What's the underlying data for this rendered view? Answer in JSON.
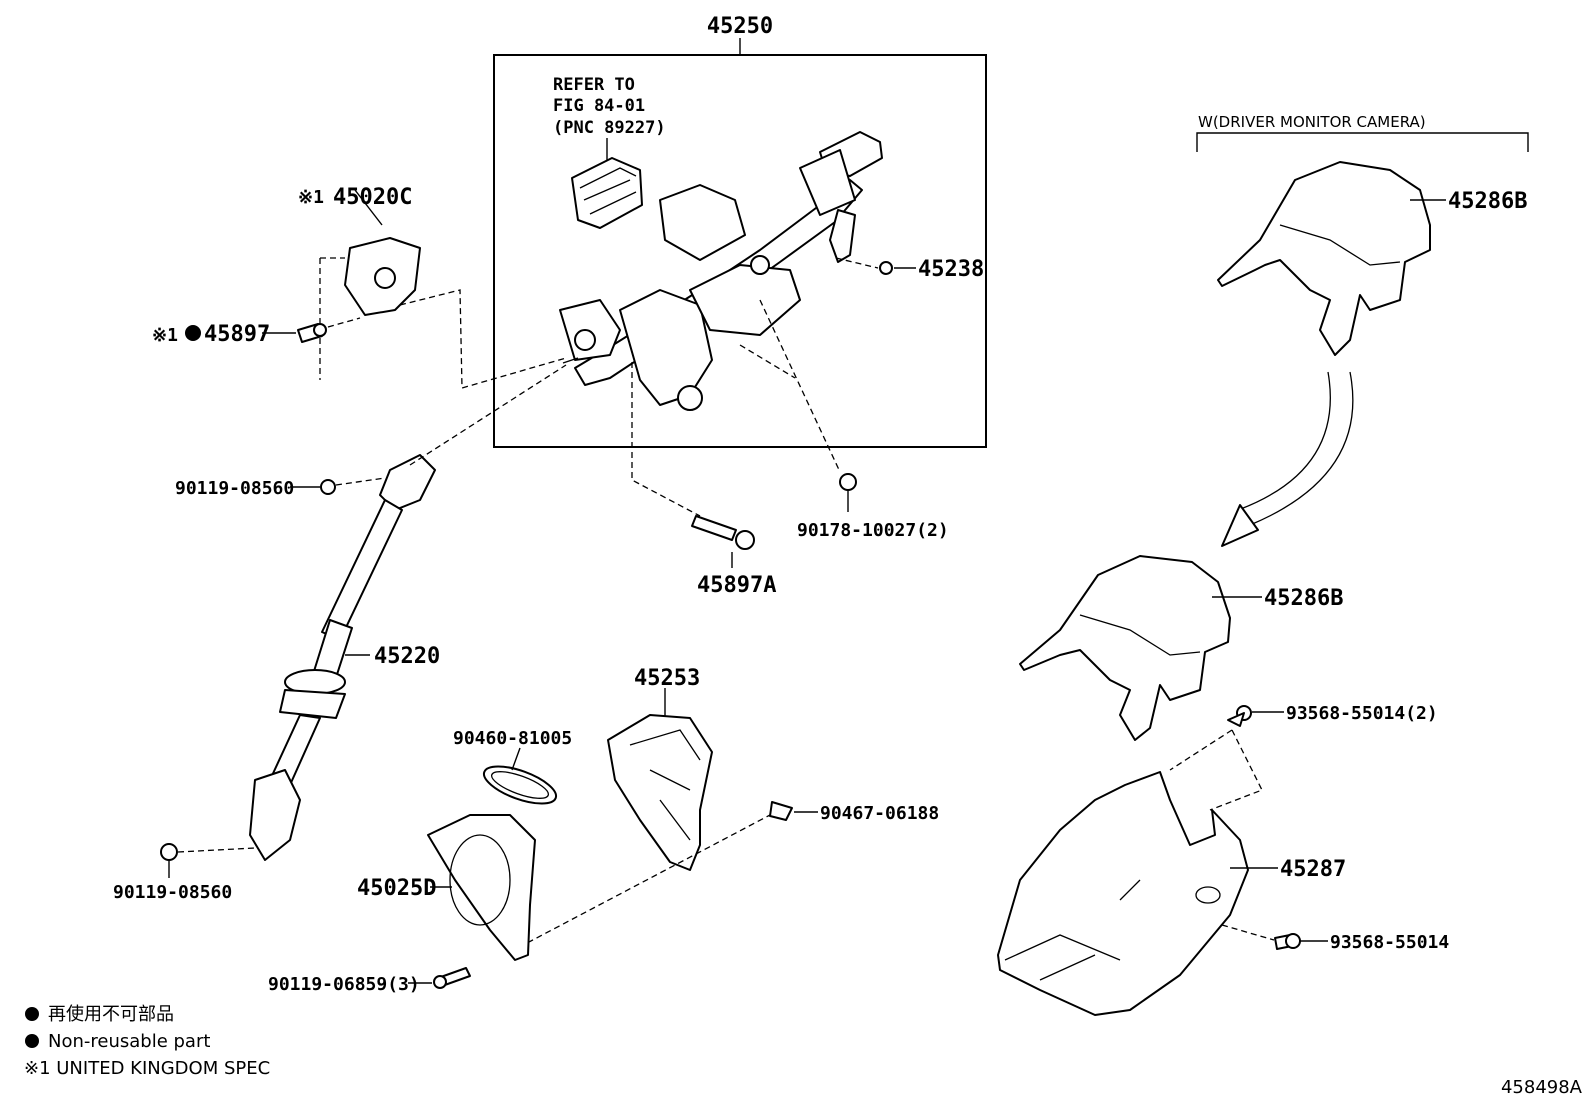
{
  "group_label": "45250",
  "refer_note": {
    "line1": "REFER TO",
    "line2": "FIG 84-01",
    "line3": "(PNC 89227)"
  },
  "camera_variant_label": "W(DRIVER MONITOR CAMERA)",
  "parts": {
    "p45020c": {
      "mark": "※1",
      "number": "45020C"
    },
    "p45897": {
      "mark": "※1",
      "number": "45897"
    },
    "p45238": {
      "number": "45238"
    },
    "p90119a": {
      "number": "90119-08560"
    },
    "p45897a": {
      "number": "45897A"
    },
    "p90178": {
      "number": "90178-10027(2)"
    },
    "p45220": {
      "number": "45220"
    },
    "p45253": {
      "number": "45253"
    },
    "p90460": {
      "number": "90460-81005"
    },
    "p90467": {
      "number": "90467-06188"
    },
    "p45025d": {
      "number": "45025D"
    },
    "p90119b": {
      "number": "90119-08560"
    },
    "p90119c": {
      "number": "90119-06859(3)"
    },
    "p45286b_top": {
      "number": "45286B"
    },
    "p45286b_mid": {
      "number": "45286B"
    },
    "p93568a": {
      "number": "93568-55014(2)"
    },
    "p45287": {
      "number": "45287"
    },
    "p93568b": {
      "number": "93568-55014"
    }
  },
  "legend": {
    "line1": "再使用不可部品",
    "line2": "Non-reusable part",
    "line3": "※1 UNITED KINGDOM SPEC"
  },
  "illustration_id": "458498A"
}
